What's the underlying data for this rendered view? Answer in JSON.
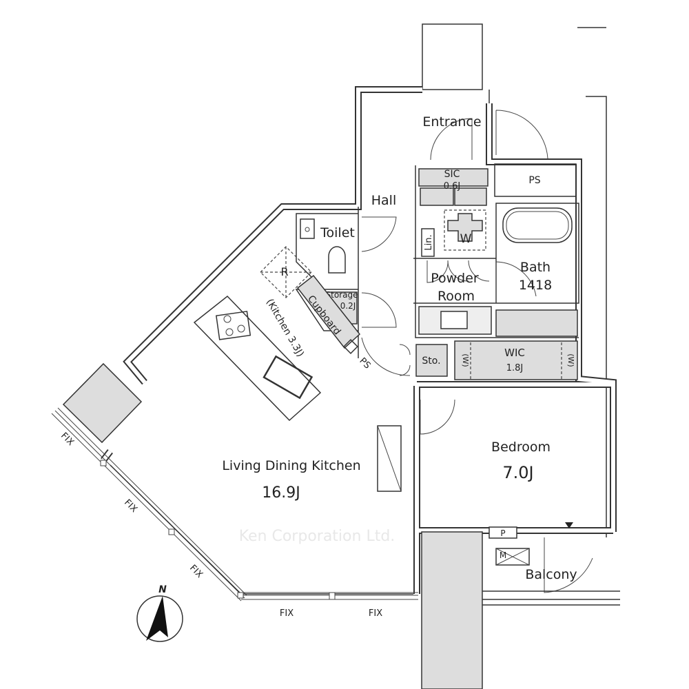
{
  "rooms": {
    "entrance": "Entrance",
    "sc": {
      "label": "SIC",
      "size": "0.6J"
    },
    "ps_top": "PS",
    "hall": "Hall",
    "toilet": "Toilet",
    "linen": "Lin.",
    "washer": "W",
    "bath": {
      "label": "Bath",
      "size": "1418"
    },
    "powder": {
      "line1": "Powder",
      "line2": "Room"
    },
    "storage": {
      "label": "Storage",
      "size": "0.2J"
    },
    "fridge": "R",
    "cupboard": "Cupboard",
    "kitchen": "(Kitchen 3.3J)",
    "ps_kitchen": "PS",
    "sto": "Sto.",
    "wic": {
      "label": "WIC",
      "size": "1.8J",
      "w_left": "(W)",
      "w_right": "(W)"
    },
    "ldk": {
      "label": "Living Dining Kitchen",
      "size": "16.9J"
    },
    "bedroom": {
      "label": "Bedroom",
      "size": "7.0J"
    },
    "p": "P",
    "m": "M",
    "balcony": "Balcony"
  },
  "windows": [
    "FIX",
    "FIX",
    "FIX",
    "FIX",
    "FIX"
  ],
  "compass": "N",
  "watermark": "Ken Corporation Ltd."
}
